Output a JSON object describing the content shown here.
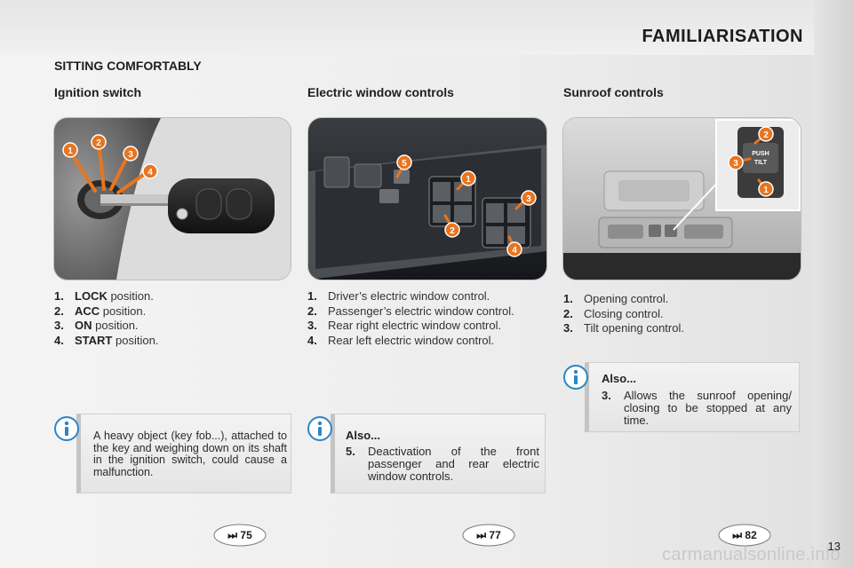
{
  "header": {
    "chapter_title": "FAMILIARISATION"
  },
  "section": {
    "title": "SITTING COMFORTABLY"
  },
  "ignition": {
    "title": "Ignition switch",
    "items": [
      {
        "num": "1.",
        "kw": "LOCK",
        "rest": " position."
      },
      {
        "num": "2.",
        "kw": "ACC",
        "rest": " position."
      },
      {
        "num": "3.",
        "kw": "ON",
        "rest": " position."
      },
      {
        "num": "4.",
        "kw": "START",
        "rest": " position."
      }
    ],
    "note": "A heavy object (key fob...), attached to the key and weighing down on its shaft in the ignition switch, could cause a malfunction.",
    "ref": "75"
  },
  "windows": {
    "title": "Electric window controls",
    "items": [
      {
        "num": "1.",
        "text": "Driver’s electric window control."
      },
      {
        "num": "2.",
        "text": "Passenger’s electric window control."
      },
      {
        "num": "3.",
        "text": "Rear right electric window control."
      },
      {
        "num": "4.",
        "text": "Rear left electric window control."
      }
    ],
    "note_title": "Also...",
    "note_num": "5.",
    "note_text": "Deactivation of the front passenger and rear electric window controls.",
    "ref": "77"
  },
  "sunroof": {
    "title": "Sunroof controls",
    "items": [
      {
        "num": "1.",
        "text": "Opening control."
      },
      {
        "num": "2.",
        "text": "Closing control."
      },
      {
        "num": "3.",
        "text": "Tilt opening control."
      }
    ],
    "note_title": "Also...",
    "note_num": "3.",
    "note_text": "Allows the sunroof opening/ closing to be stopped at any time.",
    "ref": "82",
    "button_text_1": "PUSH",
    "button_text_2": "TILT"
  },
  "callouts": {
    "c1": "1",
    "c2": "2",
    "c3": "3",
    "c4": "4",
    "c5": "5"
  },
  "page_number": "13",
  "watermark": "carmanualsonline.info",
  "colors": {
    "callout_orange": "#e8751f",
    "info_blue": "#2d86c6"
  }
}
